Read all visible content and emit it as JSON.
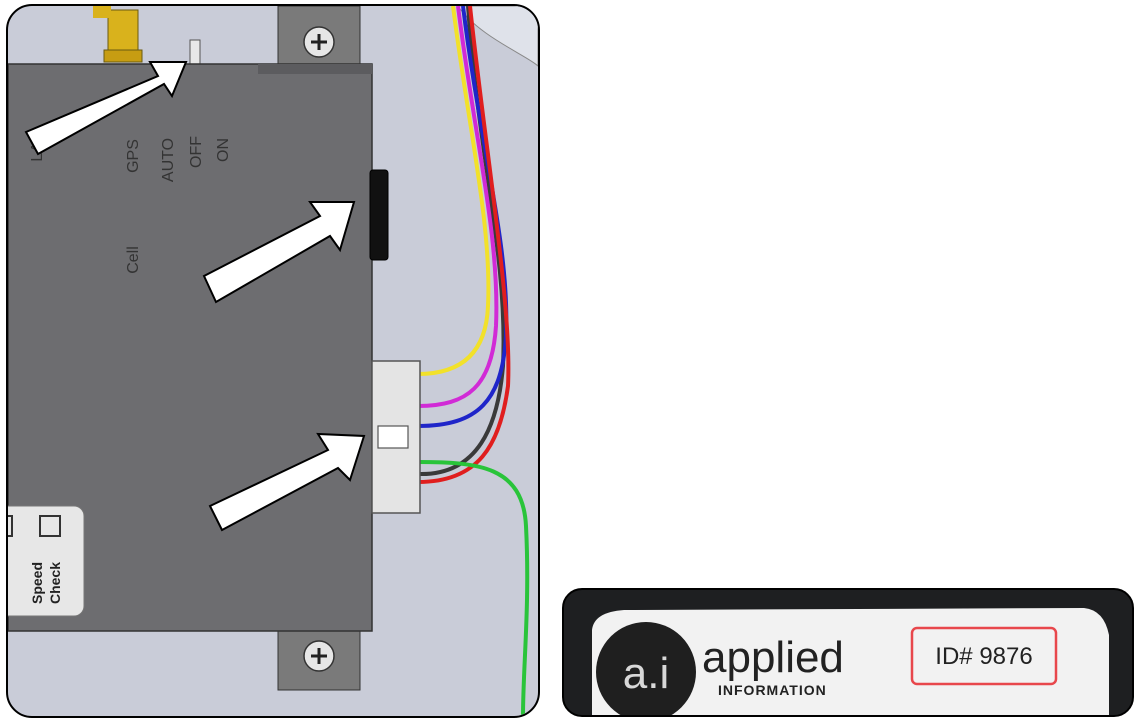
{
  "device": {
    "labels": {
      "lan": "LAN",
      "gps": "GPS",
      "auto": "AUTO",
      "off": "OFF",
      "on": "ON",
      "cell": "Cell",
      "speed": "Speed",
      "check": "Check"
    }
  },
  "label_photo": {
    "logo_text": "a.i",
    "brand_name": "applied",
    "brand_sub": "INFORMATION",
    "id_text": "ID# 9876",
    "highlight_color": "#e8474c"
  },
  "colors": {
    "wire_yellow": "#f2e12a",
    "wire_magenta": "#d12ad6",
    "wire_blue": "#1f25c9",
    "wire_black": "#3a3a3a",
    "wire_red": "#e01e1e",
    "wire_green": "#29c43a"
  }
}
